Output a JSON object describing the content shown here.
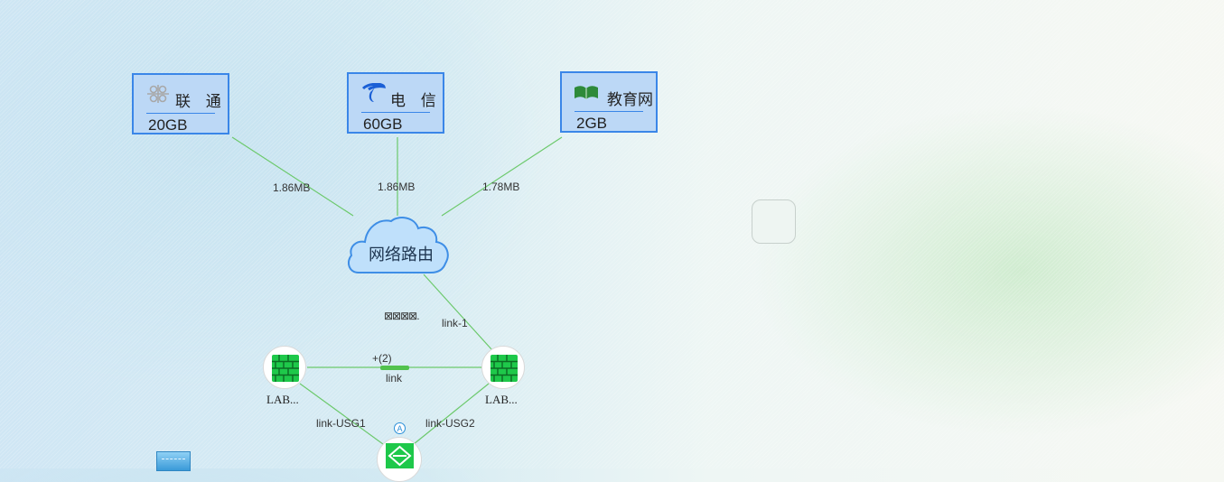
{
  "isps": [
    {
      "name": "联 通",
      "usage": "20GB",
      "logo": "china-unicom-logo"
    },
    {
      "name": "电 信",
      "usage": "60GB",
      "logo": "china-telecom-logo"
    },
    {
      "name": "教育网",
      "usage": "2GB",
      "logo": "cernet-book-logo"
    }
  ],
  "link_rates": [
    "1.86MB",
    "1.86MB",
    "1.78MB"
  ],
  "router": {
    "label": "网络路由"
  },
  "garbled_label": "⊠⊠⊠⊠.",
  "links": {
    "router_to_right": "link-1",
    "between_firewalls_count": "+(2)",
    "between_firewalls": "link",
    "left_to_switch": "link-USG1",
    "right_to_switch": "link-USG2"
  },
  "firewalls": [
    {
      "name": "LAB..."
    },
    {
      "name": "LAB..."
    }
  ],
  "switch_badge": "A",
  "colors": {
    "link_line": "#6cc96c",
    "isp_border": "#3a86e8",
    "isp_fill": "#bcd8f6",
    "firewall_green": "#1ec84a",
    "cloud_fill": "#bfe0fb",
    "cloud_border": "#3e8ee6"
  }
}
